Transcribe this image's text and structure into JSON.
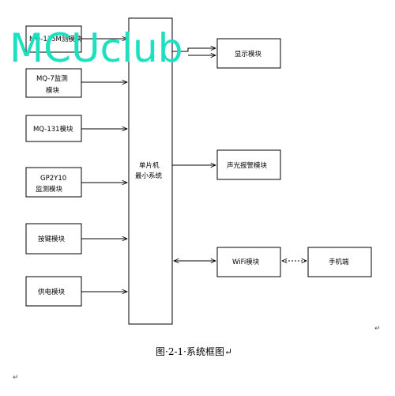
{
  "watermark": "MCUclub",
  "caption": "图·2-1·系统框图↵",
  "paragraph_marks": [
    "↵",
    "↵"
  ],
  "mcu": {
    "line1": "单片机",
    "line2": "最小系统"
  },
  "inputs": [
    {
      "line1": "MQ-135M测模块",
      "line2": ""
    },
    {
      "line1": "MQ-7监测",
      "line2": "模块"
    },
    {
      "line1": "MQ-131模块",
      "line2": ""
    },
    {
      "line1": "GP2Y10",
      "line2": "监测模块"
    },
    {
      "line1": "按键模块",
      "line2": ""
    },
    {
      "line1": "供电模块",
      "line2": ""
    }
  ],
  "outputs": {
    "display": "显示模块",
    "alarm": "声光报警模块",
    "wifi": "WiFi模块",
    "phone": "手机端"
  },
  "colors": {
    "watermark": "#1de0c0",
    "line": "#000000"
  }
}
